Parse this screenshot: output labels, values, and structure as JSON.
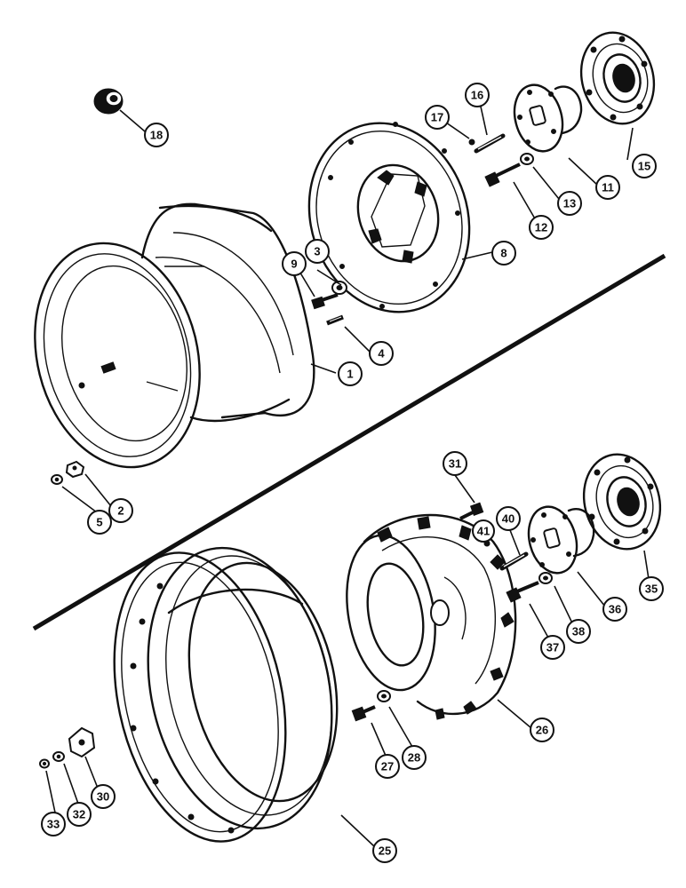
{
  "callouts": [
    {
      "id": "c1",
      "label": "1"
    },
    {
      "id": "c2",
      "label": "2"
    },
    {
      "id": "c3",
      "label": "3"
    },
    {
      "id": "c4",
      "label": "4"
    },
    {
      "id": "c5",
      "label": "5"
    },
    {
      "id": "c8",
      "label": "8"
    },
    {
      "id": "c9",
      "label": "9"
    },
    {
      "id": "c11",
      "label": "11"
    },
    {
      "id": "c12",
      "label": "12"
    },
    {
      "id": "c13",
      "label": "13"
    },
    {
      "id": "c15",
      "label": "15"
    },
    {
      "id": "c16",
      "label": "16"
    },
    {
      "id": "c17",
      "label": "17"
    },
    {
      "id": "c18",
      "label": "18"
    },
    {
      "id": "c25",
      "label": "25"
    },
    {
      "id": "c26",
      "label": "26"
    },
    {
      "id": "c27",
      "label": "27"
    },
    {
      "id": "c28",
      "label": "28"
    },
    {
      "id": "c30",
      "label": "30"
    },
    {
      "id": "c31",
      "label": "31"
    },
    {
      "id": "c32",
      "label": "32"
    },
    {
      "id": "c33",
      "label": "33"
    },
    {
      "id": "c35",
      "label": "35"
    },
    {
      "id": "c36",
      "label": "36"
    },
    {
      "id": "c37",
      "label": "37"
    },
    {
      "id": "c38",
      "label": "38"
    },
    {
      "id": "c40",
      "label": "40"
    },
    {
      "id": "c41",
      "label": "41"
    }
  ]
}
